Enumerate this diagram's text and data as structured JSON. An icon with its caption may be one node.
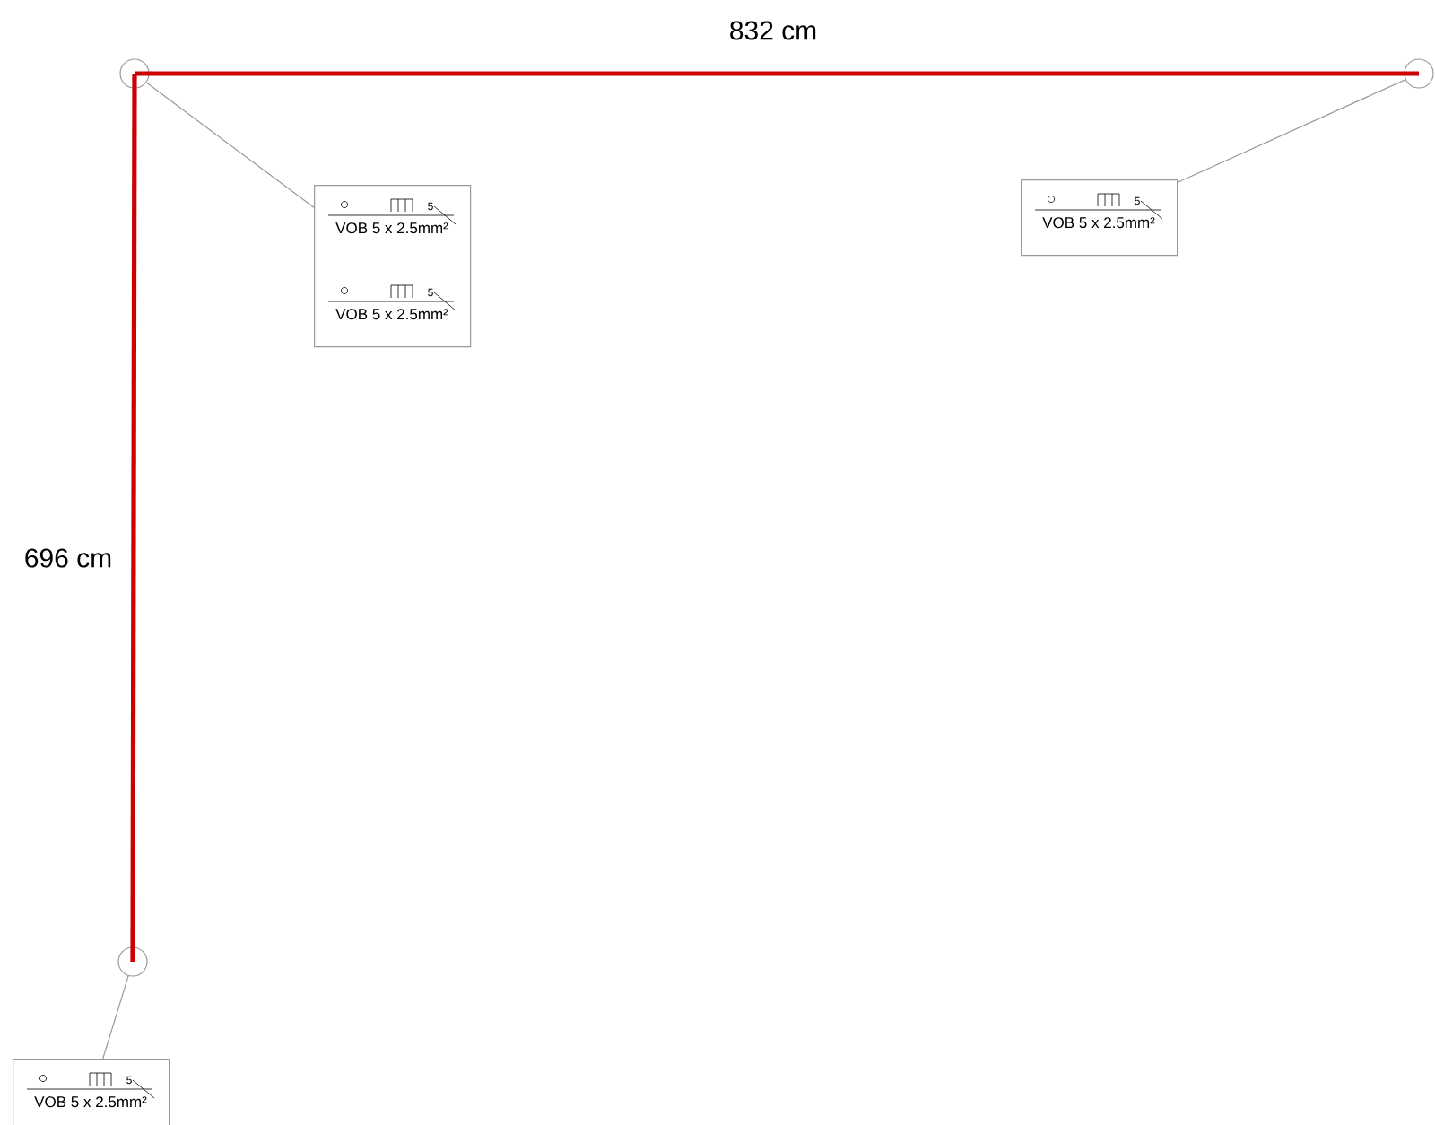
{
  "diagram": {
    "nodes": [
      {
        "text": [],
        "shape": "circle"
      },
      {
        "text": [],
        "shape": "circle"
      },
      {
        "text": [
          "5",
          "VOB 5 x 2.5mm²",
          "5",
          "VOB 5 x 2.5mm²"
        ]
      },
      {
        "text": [
          "5",
          "VOB 5 x 2.5mm²"
        ]
      },
      {
        "text": [],
        "shape": "circle"
      },
      {
        "text": [
          "5",
          "VOB 5 x 2.5mm²"
        ]
      }
    ],
    "edges": [
      {
        "from": 0,
        "to": 1,
        "arrow": "none",
        "style": "thick",
        "color": "#cc0000"
      },
      {
        "from": 0,
        "to": 4,
        "arrow": "none",
        "style": "thick",
        "color": "#cc0000"
      },
      {
        "from": 0,
        "to": 2,
        "arrow": "none"
      },
      {
        "from": 1,
        "to": 3,
        "arrow": "none"
      },
      {
        "from": 4,
        "to": 5,
        "arrow": "none"
      }
    ],
    "labels": [
      "832 cm",
      "696 cm"
    ]
  }
}
